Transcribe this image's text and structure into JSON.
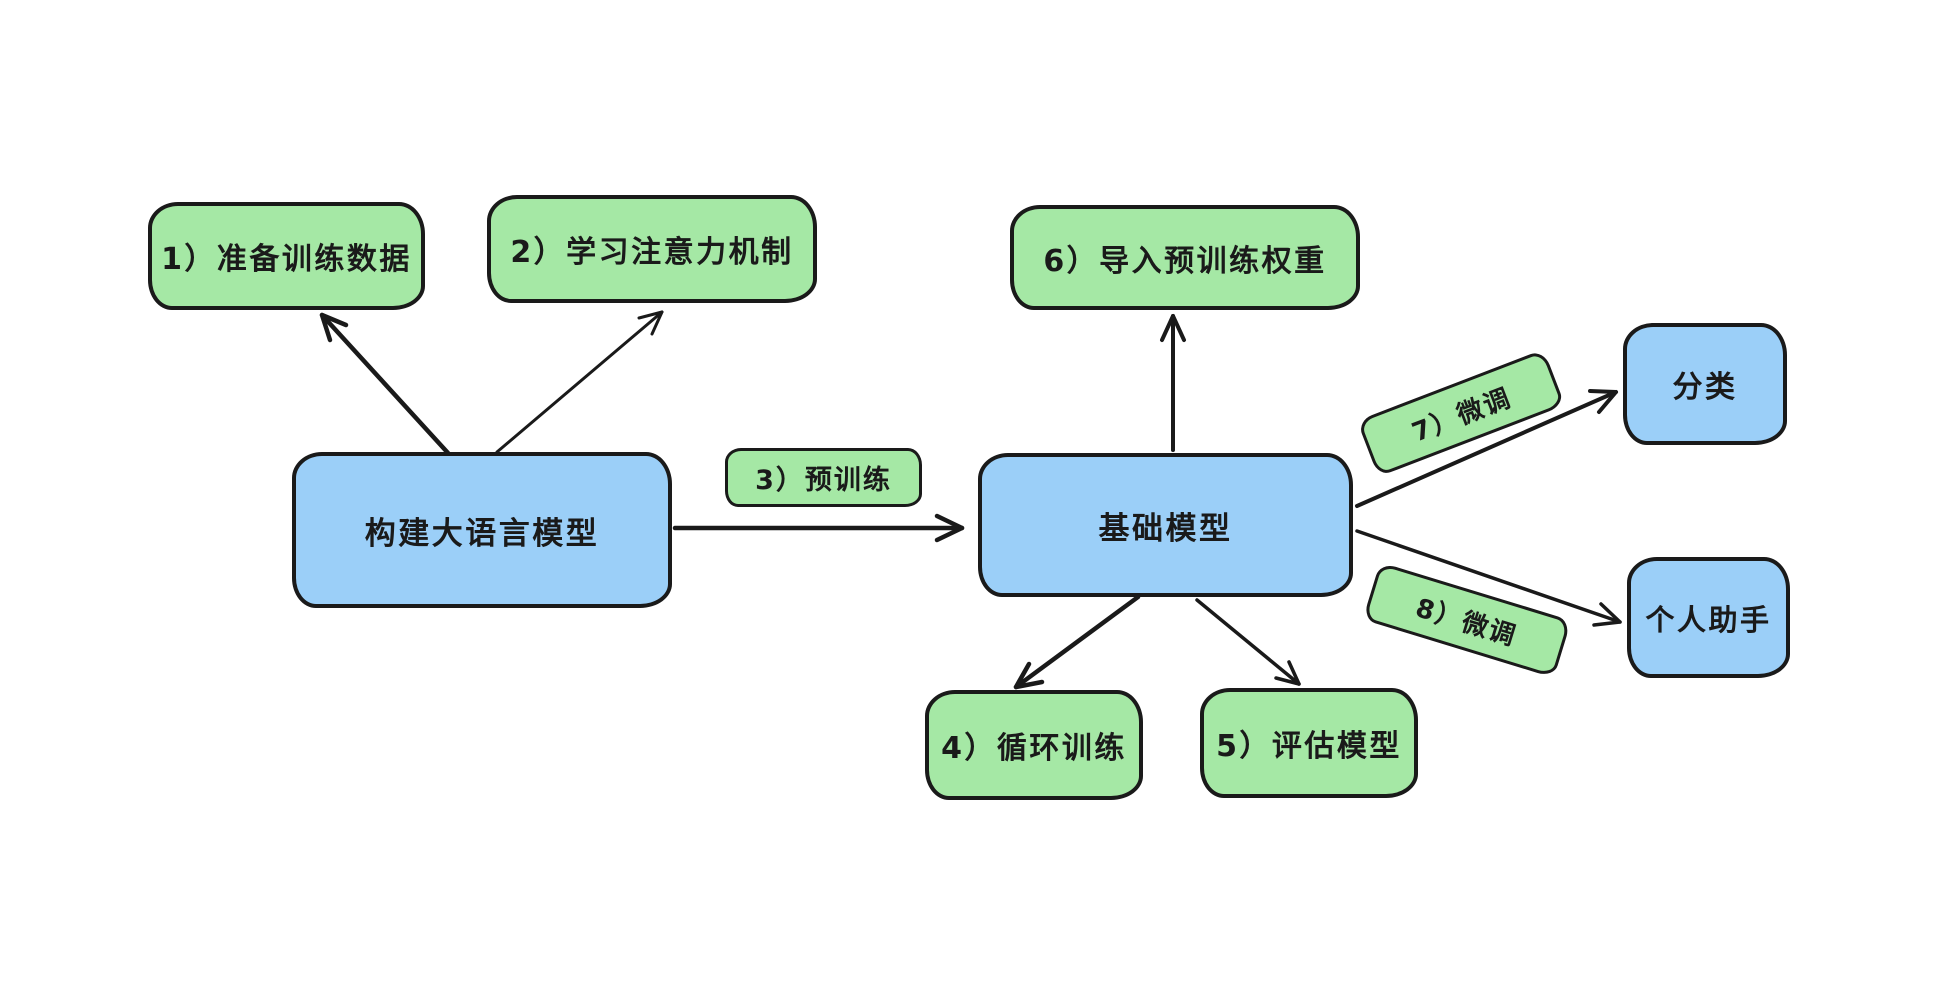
{
  "diagram": {
    "title": "LLM building flow diagram",
    "colors": {
      "background": "#ffffff",
      "node_green": "#a5e8a5",
      "node_blue": "#9bcff8",
      "stroke": "#1a1a1a",
      "text": "#1a1a1a"
    },
    "nodes": {
      "prepare": {
        "label": "1）准备训练数据",
        "color": "green"
      },
      "attention": {
        "label": "2）学习注意力机制",
        "color": "green"
      },
      "pretrain_label": {
        "label": "3）预训练",
        "color": "green"
      },
      "build_llm": {
        "label": "构建大语言模型",
        "color": "blue"
      },
      "base_model": {
        "label": "基础模型",
        "color": "blue"
      },
      "import_weights": {
        "label": "6）导入预训练权重",
        "color": "green"
      },
      "loop_train": {
        "label": "4）循环训练",
        "color": "green"
      },
      "evaluate": {
        "label": "5）评估模型",
        "color": "green"
      },
      "finetune_cls": {
        "label": "7）微调",
        "color": "green",
        "rotation_deg": -21
      },
      "finetune_asst": {
        "label": "8）微调",
        "color": "green",
        "rotation_deg": 17
      },
      "classification": {
        "label": "分类",
        "color": "blue"
      },
      "assistant": {
        "label": "个人助手",
        "color": "blue"
      }
    },
    "edges": [
      {
        "from": "build_llm",
        "to": "prepare-data",
        "label": ""
      },
      {
        "from": "build_llm",
        "to": "attention",
        "label": ""
      },
      {
        "from": "build_llm",
        "to": "base_model",
        "label": "3）预训练"
      },
      {
        "from": "base_model",
        "to": "import_weights",
        "label": ""
      },
      {
        "from": "base_model",
        "to": "loop_train",
        "label": ""
      },
      {
        "from": "base_model",
        "to": "evaluate",
        "label": ""
      },
      {
        "from": "base_model",
        "to": "classification",
        "label": "7）微调"
      },
      {
        "from": "base_model",
        "to": "assistant",
        "label": "8）微调"
      }
    ]
  }
}
